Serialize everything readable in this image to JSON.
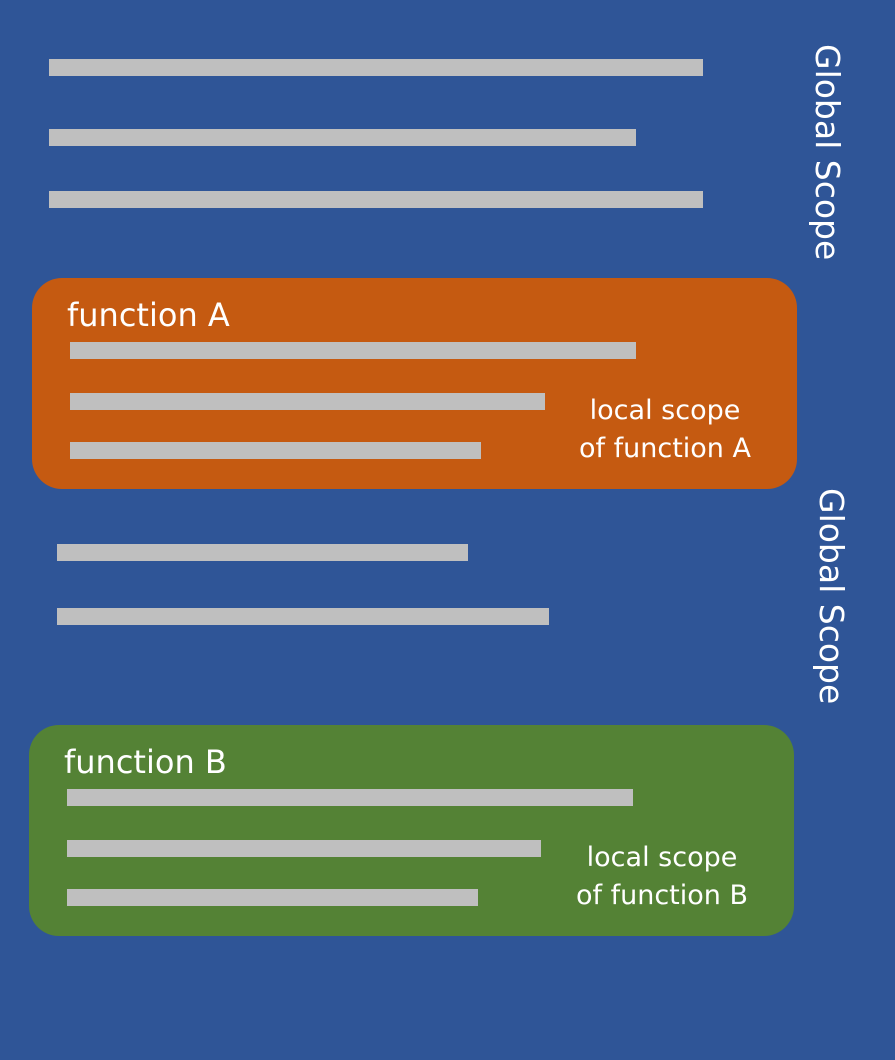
{
  "global_label_top": "Global Scope",
  "global_label_middle": "Global Scope",
  "function_a": {
    "title": "function A",
    "scope_line1": "local scope",
    "scope_line2": "of function A",
    "color": "#c55a11"
  },
  "function_b": {
    "title": "function B",
    "scope_line1": "local scope",
    "scope_line2": "of function B",
    "color": "#548235"
  },
  "colors": {
    "background": "#2f5597",
    "code_line": "#bfbfbf",
    "text": "#ffffff"
  }
}
